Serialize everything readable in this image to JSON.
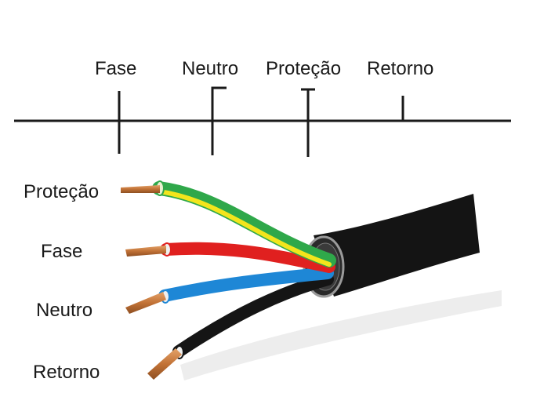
{
  "symbol_labels": {
    "fase": "Fase",
    "neutro": "Neutro",
    "protecao": "Proteção",
    "retorno": "Retorno"
  },
  "wire_labels": {
    "protecao": "Proteção",
    "fase": "Fase",
    "neutro": "Neutro",
    "retorno": "Retorno"
  },
  "colors": {
    "line": "#1a1a1a",
    "cable_jacket": "#141414",
    "protection_green": "#2fa84a",
    "protection_yellow": "#f3e51c",
    "phase_red": "#e0201f",
    "neutral_blue": "#1e87d6",
    "return_black": "#151515",
    "copper": "#c97a3e"
  }
}
